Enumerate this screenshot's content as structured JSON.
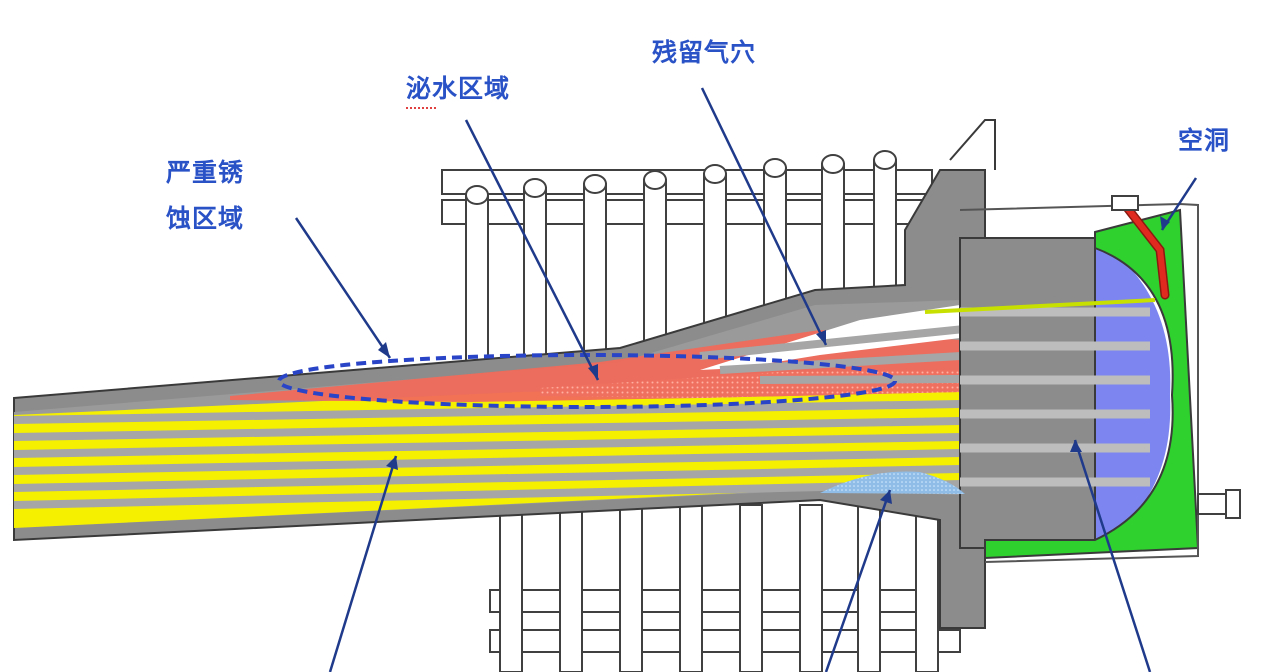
{
  "labels": {
    "severe_corrosion_zone": {
      "line1": "严重锈",
      "line2": "蚀区域"
    },
    "bleed_water_zone": "泌水区域",
    "residual_void": "残留气穴",
    "cavity": "空洞"
  },
  "colors": {
    "label_text": "#2a52c7",
    "callout_line": "#1f3a8a",
    "concrete_gray": "#8c8c8c",
    "strand_gray": "#a6a6a6",
    "strand_fill_yellow": "#f5f000",
    "corrosion_red": "#f06a5a",
    "grout_blue": "#7d86f0",
    "end_cap_green": "#2ed12e",
    "void_blue": "#8fbde8",
    "rebar_outline": "#404040"
  }
}
